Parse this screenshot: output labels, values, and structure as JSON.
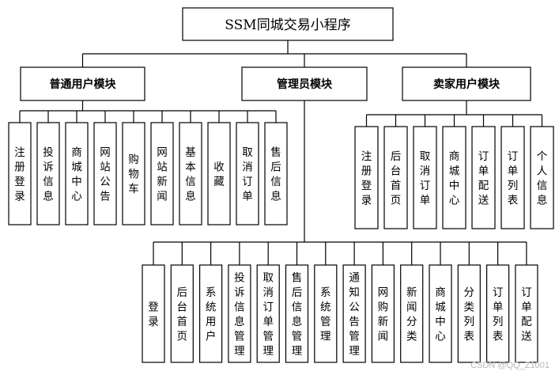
{
  "root": {
    "label": "SSM同城交易小程序"
  },
  "modules": [
    {
      "key": "user",
      "label": "普通用户模块",
      "items": [
        "注册登录",
        "投诉信息",
        "商城中心",
        "网站公告",
        "购物车",
        "网站新闻",
        "基本信息",
        "收藏",
        "取消订单",
        "售后信息"
      ]
    },
    {
      "key": "admin",
      "label": "管理员模块",
      "items": [
        "登录",
        "后台首页",
        "系统用户",
        "投诉信息管理",
        "取消订单管理",
        "售后信息管理",
        "系统管理",
        "通知公告管理",
        "网购新闻",
        "新闻分类",
        "商城中心",
        "分类列表",
        "订单列表",
        "订单配送"
      ]
    },
    {
      "key": "seller",
      "label": "卖家用户模块",
      "items": [
        "注册登录",
        "后台首页",
        "取消订单",
        "商城中心",
        "订单配送",
        "订单列表",
        "个人信息"
      ]
    }
  ],
  "watermark": "CSDN @QQ_Z1001"
}
